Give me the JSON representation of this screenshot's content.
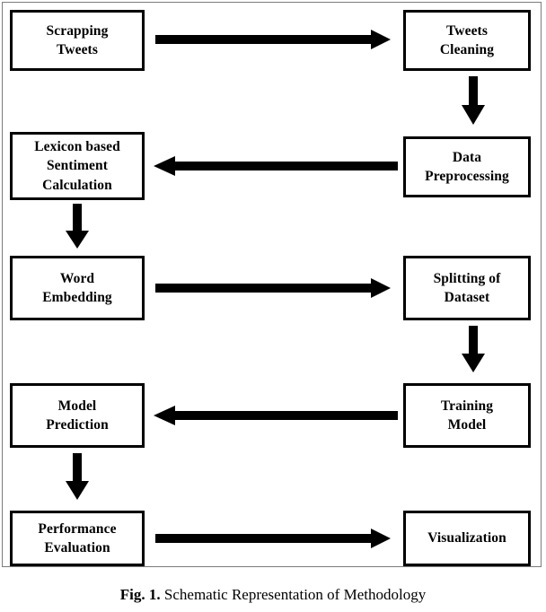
{
  "figure": {
    "caption_label": "Fig. 1.",
    "caption_text": " Schematic Representation of Methodology",
    "border_color": "#7c7c7c",
    "node_border_color": "#000000",
    "arrow_color": "#000000",
    "background_color": "#ffffff"
  },
  "diagram": {
    "type": "flowchart",
    "title": "Schematic Representation of Methodology",
    "nodes": [
      {
        "id": "scrapping-tweets",
        "label": "Scrapping\nTweets",
        "column": "left",
        "row": 1
      },
      {
        "id": "tweets-cleaning",
        "label": "Tweets\nCleaning",
        "column": "right",
        "row": 1
      },
      {
        "id": "data-preprocessing",
        "label": "Data\nPreprocessing",
        "column": "right",
        "row": 2
      },
      {
        "id": "lexicon-based-sentiment-calculation",
        "label": "Lexicon based\nSentiment\nCalculation",
        "column": "left",
        "row": 2
      },
      {
        "id": "word-embedding",
        "label": "Word\nEmbedding",
        "column": "left",
        "row": 3
      },
      {
        "id": "splitting-of-dataset",
        "label": "Splitting of\nDataset",
        "column": "right",
        "row": 3
      },
      {
        "id": "training-model",
        "label": "Training\nModel",
        "column": "right",
        "row": 4
      },
      {
        "id": "model-prediction",
        "label": "Model\nPrediction",
        "column": "left",
        "row": 4
      },
      {
        "id": "performance-evaluation",
        "label": "Performance\nEvaluation",
        "column": "left",
        "row": 5
      },
      {
        "id": "visualization",
        "label": "Visualization",
        "column": "right",
        "row": 5
      }
    ],
    "edges": [
      {
        "from": "scrapping-tweets",
        "to": "tweets-cleaning",
        "direction": "right"
      },
      {
        "from": "tweets-cleaning",
        "to": "data-preprocessing",
        "direction": "down"
      },
      {
        "from": "data-preprocessing",
        "to": "lexicon-based-sentiment-calculation",
        "direction": "left"
      },
      {
        "from": "lexicon-based-sentiment-calculation",
        "to": "word-embedding",
        "direction": "down"
      },
      {
        "from": "word-embedding",
        "to": "splitting-of-dataset",
        "direction": "right"
      },
      {
        "from": "splitting-of-dataset",
        "to": "training-model",
        "direction": "down"
      },
      {
        "from": "training-model",
        "to": "model-prediction",
        "direction": "left"
      },
      {
        "from": "model-prediction",
        "to": "performance-evaluation",
        "direction": "down"
      },
      {
        "from": "performance-evaluation",
        "to": "visualization",
        "direction": "right"
      }
    ]
  }
}
